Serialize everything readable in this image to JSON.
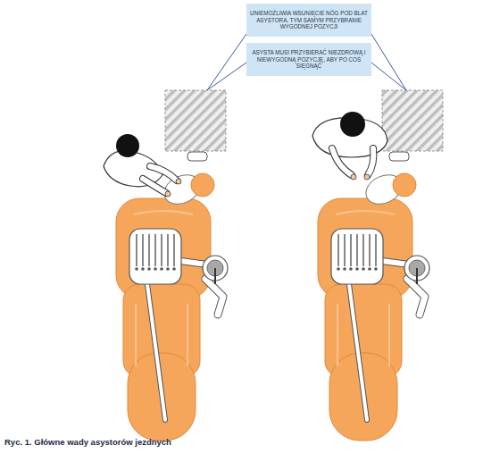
{
  "diagram": {
    "caption": "Ryc. 1. Główne wady asystorów jezdnych",
    "nodes": [
      {
        "text": [
          "UNIEMOŻLIWIA WSUNIĘCIE NÓG POD BLAT ASYSTORA, TYM SAMYM PRZYBRANIE WYGODNEJ POZYCJI"
        ]
      },
      {
        "text": [
          "ASYSTA MUSI PRZYBIERAĆ NIEZDROWĄ I NIEWYGODNĄ POZYCJĘ, ABY PO COŚ SIĘGNĄĆ"
        ]
      }
    ]
  }
}
